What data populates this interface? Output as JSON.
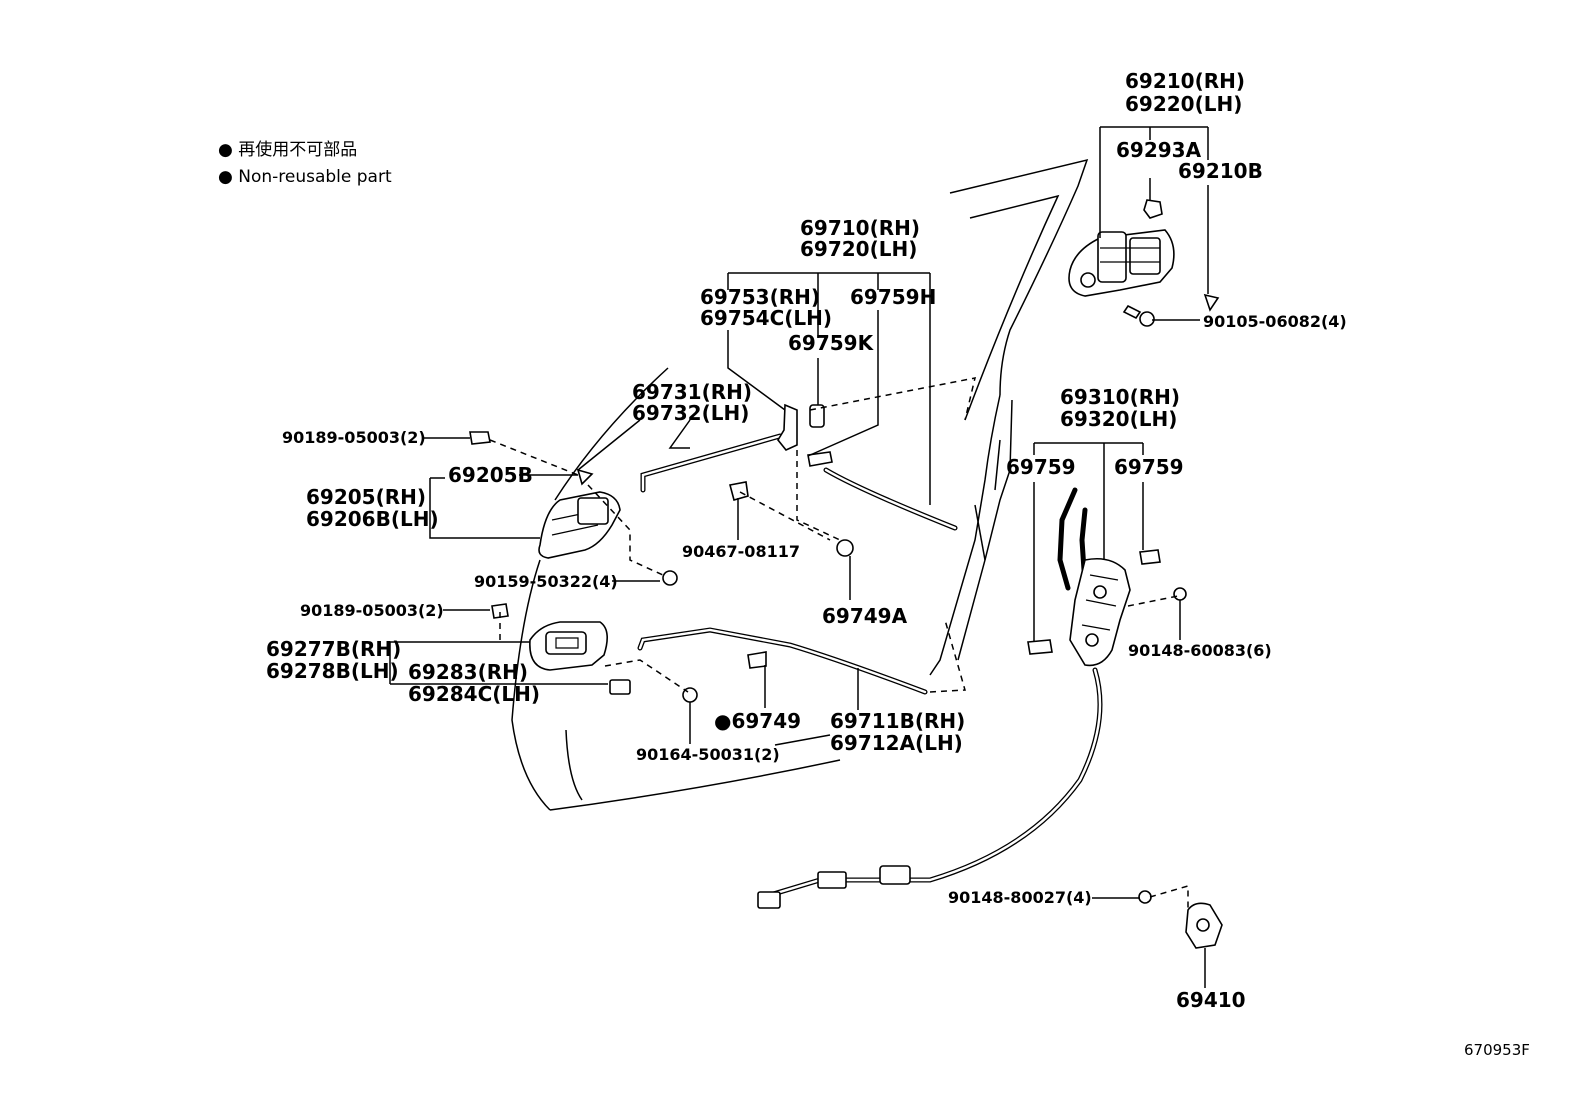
{
  "legend": {
    "line1": "● 再使用不可部品",
    "line2": "● Non-reusable part"
  },
  "labels": {
    "l69210": "69210(RH)",
    "l69220": "69220(LH)",
    "l69293A": "69293A",
    "l69210B": "69210B",
    "l90105": "90105-06082(4)",
    "l69710": "69710(RH)",
    "l69720": "69720(LH)",
    "l69753": "69753(RH)",
    "l69754C": "69754C(LH)",
    "l69759H": "69759H",
    "l69759K": "69759K",
    "l69731": "69731(RH)",
    "l69732": "69732(LH)",
    "l90189a": "90189-05003(2)",
    "l69205B": "69205B",
    "l69205": "69205(RH)",
    "l69206B": "69206B(LH)",
    "l90467": "90467-08117",
    "l90159": "90159-50322(4)",
    "l69749A": "69749A",
    "l90189b": "90189-05003(2)",
    "l69277B": "69277B(RH)",
    "l69278B": "69278B(LH)",
    "l69283": "69283(RH)",
    "l69284C": "69284C(LH)",
    "l69749": "●69749",
    "l90164": "90164-50031(2)",
    "l69711B": "69711B(RH)",
    "l69712A": "69712A(LH)",
    "l69310": "69310(RH)",
    "l69320": "69320(LH)",
    "l69759a": "69759",
    "l69759b": "69759",
    "l90148a": "90148-60083(6)",
    "l90148b": "90148-80027(4)",
    "l69410": "69410"
  },
  "figure_code": "670953F"
}
